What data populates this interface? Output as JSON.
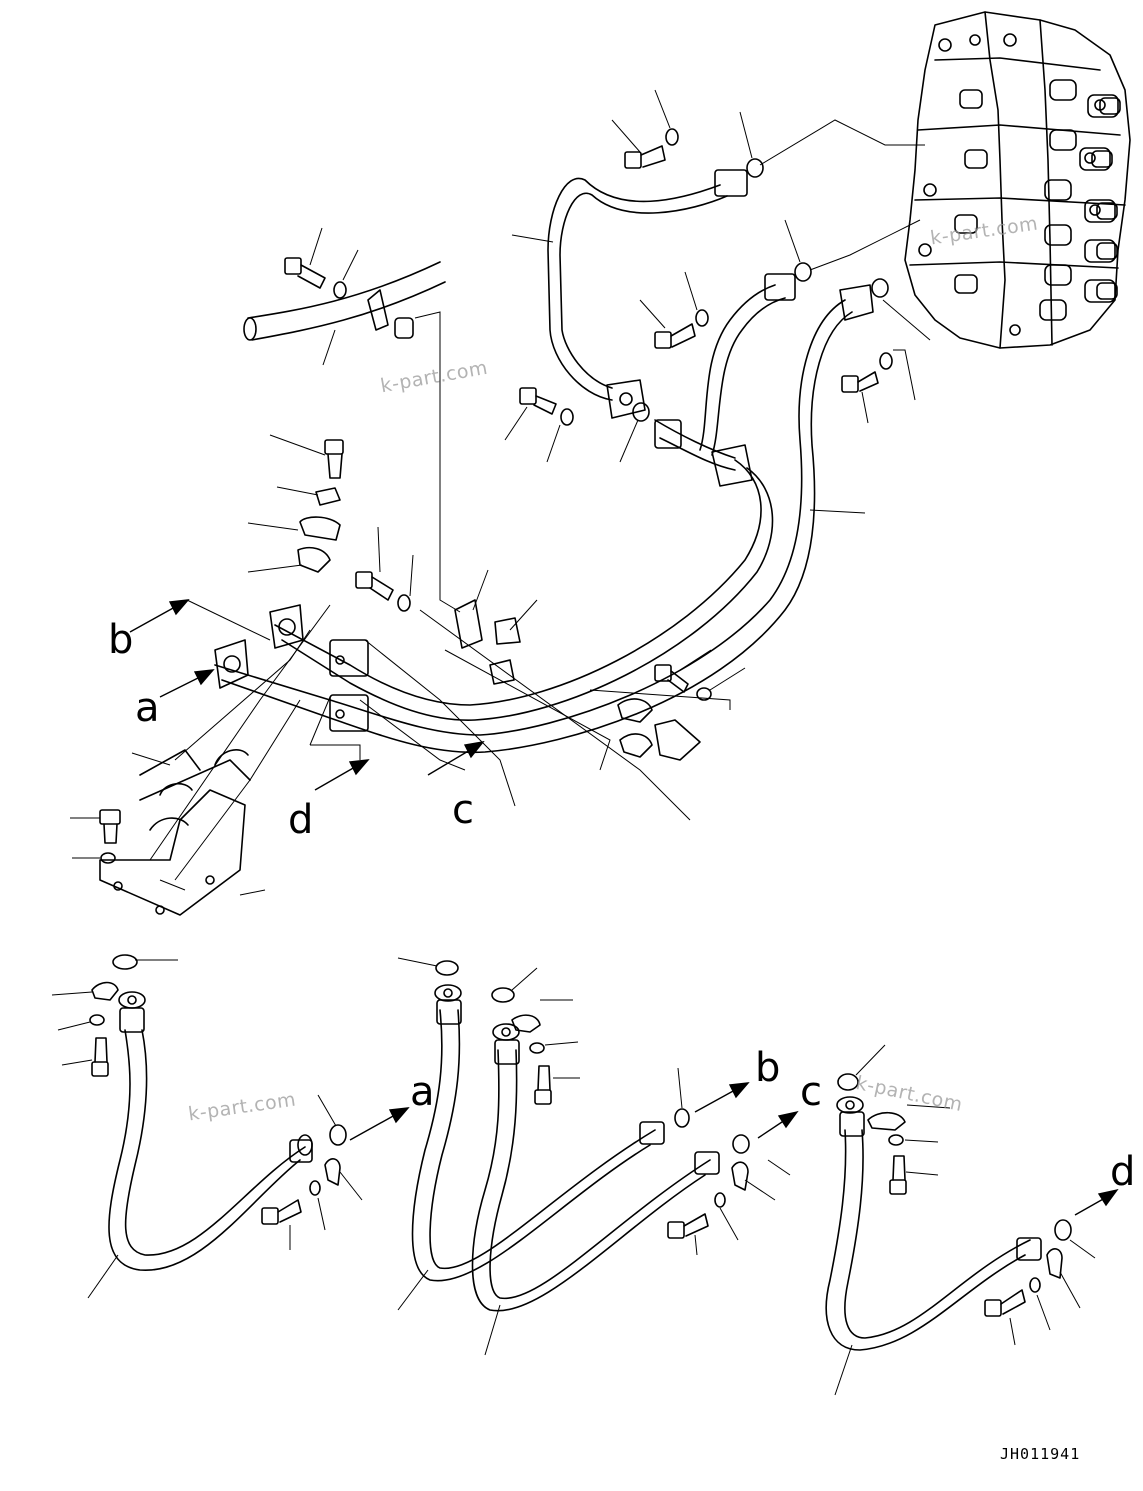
{
  "drawing": {
    "code": "JH011941",
    "watermark": "k-part.com",
    "connection_labels": [
      "a",
      "b",
      "c",
      "d"
    ]
  }
}
